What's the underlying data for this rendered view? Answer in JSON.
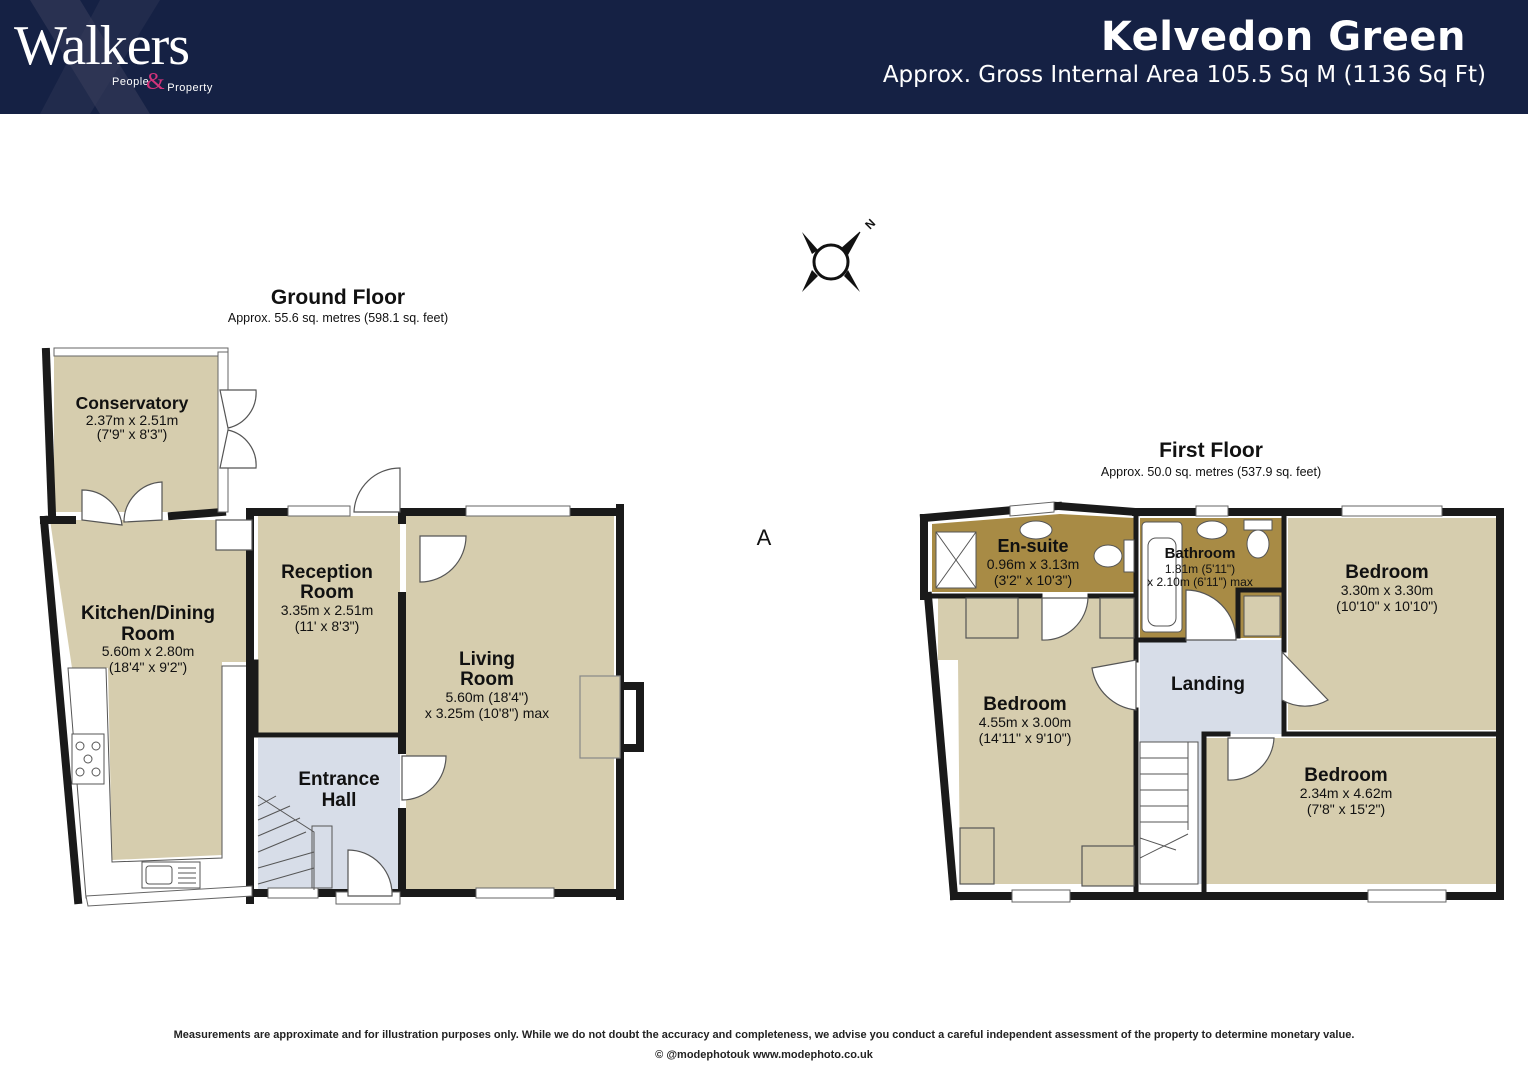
{
  "brand": {
    "name": "Walkers",
    "tagline_left": "People",
    "tagline_amp": "&",
    "tagline_right": "Property"
  },
  "property": {
    "title": "Kelvedon Green",
    "area": "Approx. Gross Internal Area 105.5 Sq M (1136 Sq Ft)"
  },
  "ground_floor": {
    "title": "Ground Floor",
    "area": "Approx. 55.6 sq. metres (598.1 sq. feet)",
    "rooms": [
      {
        "name": [
          "Conservatory"
        ],
        "dims": [
          "2.37m x 2.51m",
          "(7'9\" x 8'3\")"
        ]
      },
      {
        "name": [
          "Kitchen/Dining",
          "Room"
        ],
        "dims": [
          "5.60m x 2.80m",
          "(18'4\" x 9'2\")"
        ]
      },
      {
        "name": [
          "Reception",
          "Room"
        ],
        "dims": [
          "3.35m x 2.51m",
          "(11' x 8'3\")"
        ]
      },
      {
        "name": [
          "Living",
          "Room"
        ],
        "dims": [
          "5.60m (18'4\")",
          "x 3.25m (10'8\") max"
        ]
      },
      {
        "name": [
          "Entrance",
          "Hall"
        ],
        "dims": []
      }
    ]
  },
  "first_floor": {
    "title": "First Floor",
    "area": "Approx. 50.0 sq. metres (537.9 sq. feet)",
    "rooms": [
      {
        "name": [
          "En-suite"
        ],
        "dims": [
          "0.96m x 3.13m",
          "(3'2\" x 10'3\")"
        ]
      },
      {
        "name": [
          "Bathroom"
        ],
        "dims": [
          "1.81m (5'11\")",
          "x 2.10m (6'11\") max"
        ]
      },
      {
        "name": [
          "Bedroom"
        ],
        "dims": [
          "3.30m x 3.30m",
          "(10'10\" x 10'10\")"
        ]
      },
      {
        "name": [
          "Bedroom"
        ],
        "dims": [
          "4.55m x 3.00m",
          "(14'11\" x 9'10\")"
        ]
      },
      {
        "name": [
          "Landing"
        ],
        "dims": []
      },
      {
        "name": [
          "Bedroom"
        ],
        "dims": [
          "2.34m x 4.62m",
          "(7'8\" x 15'2\")"
        ]
      }
    ]
  },
  "compass": {
    "north_label": "N"
  },
  "marker": "A",
  "footer": {
    "disclaimer": "Measurements are approximate and for illustration purposes only.  While we do not doubt the accuracy and completeness, we advise you conduct a careful independent assessment of the property to determine monetary value.",
    "credit": "© @modephotouk www.modephoto.co.uk"
  },
  "colors": {
    "header": "#152144",
    "room_fill": "#d6cdae",
    "hall_fill": "#d7dde8",
    "bath_fill": "#a88b45",
    "wall": "#1a1a1a",
    "amp": "#d2337a"
  }
}
